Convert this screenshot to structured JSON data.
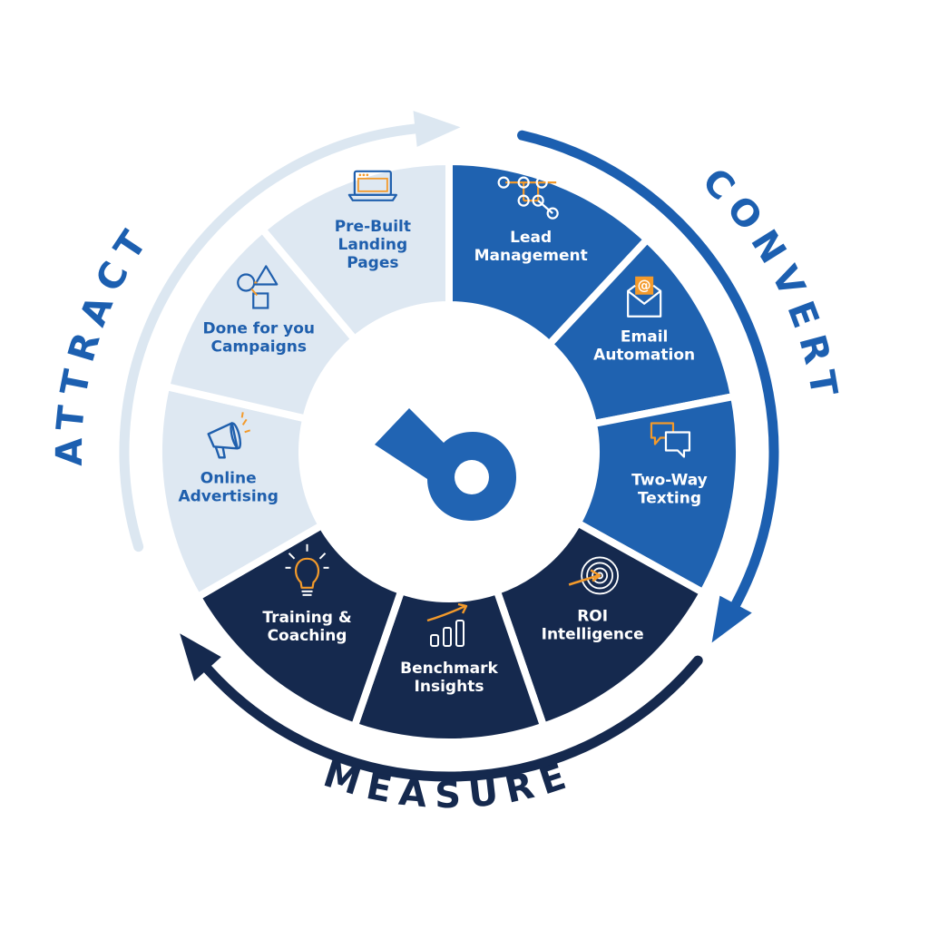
{
  "colors": {
    "attract_fill": "#DEE8F2",
    "attract_text": "#1F5FAD",
    "convert_fill": "#1F62B0",
    "measure_fill": "#15294E",
    "white_text": "#FFFFFF",
    "orange_accent": "#F39A2B",
    "attract_arrow": "#DCE7F1",
    "convert_arrow": "#1C5FB0",
    "measure_arrow": "#15294E",
    "logo": "#2164B3"
  },
  "stages": {
    "attract": "ATTRACT",
    "convert": "CONVERT",
    "measure": "MEASURE"
  },
  "segments": [
    {
      "group": "convert",
      "lines": [
        "Lead",
        "Management"
      ],
      "icon": "workflow-nodes-icon"
    },
    {
      "group": "convert",
      "lines": [
        "Email",
        "Automation"
      ],
      "icon": "envelope-at-icon"
    },
    {
      "group": "convert",
      "lines": [
        "Two-Way",
        "Texting"
      ],
      "icon": "chat-bubbles-icon"
    },
    {
      "group": "measure",
      "lines": [
        "ROI",
        "Intelligence"
      ],
      "icon": "target-arrow-icon"
    },
    {
      "group": "measure",
      "lines": [
        "Benchmark",
        "Insights"
      ],
      "icon": "bar-chart-trend-icon"
    },
    {
      "group": "measure",
      "lines": [
        "Training &",
        "Coaching"
      ],
      "icon": "lightbulb-icon"
    },
    {
      "group": "attract",
      "lines": [
        "Online",
        "Advertising"
      ],
      "icon": "megaphone-icon"
    },
    {
      "group": "attract",
      "lines": [
        "Done for you",
        "Campaigns"
      ],
      "icon": "shapes-icon"
    },
    {
      "group": "attract",
      "lines": [
        "Pre-Built",
        "Landing",
        "Pages"
      ],
      "icon": "laptop-icon"
    }
  ]
}
